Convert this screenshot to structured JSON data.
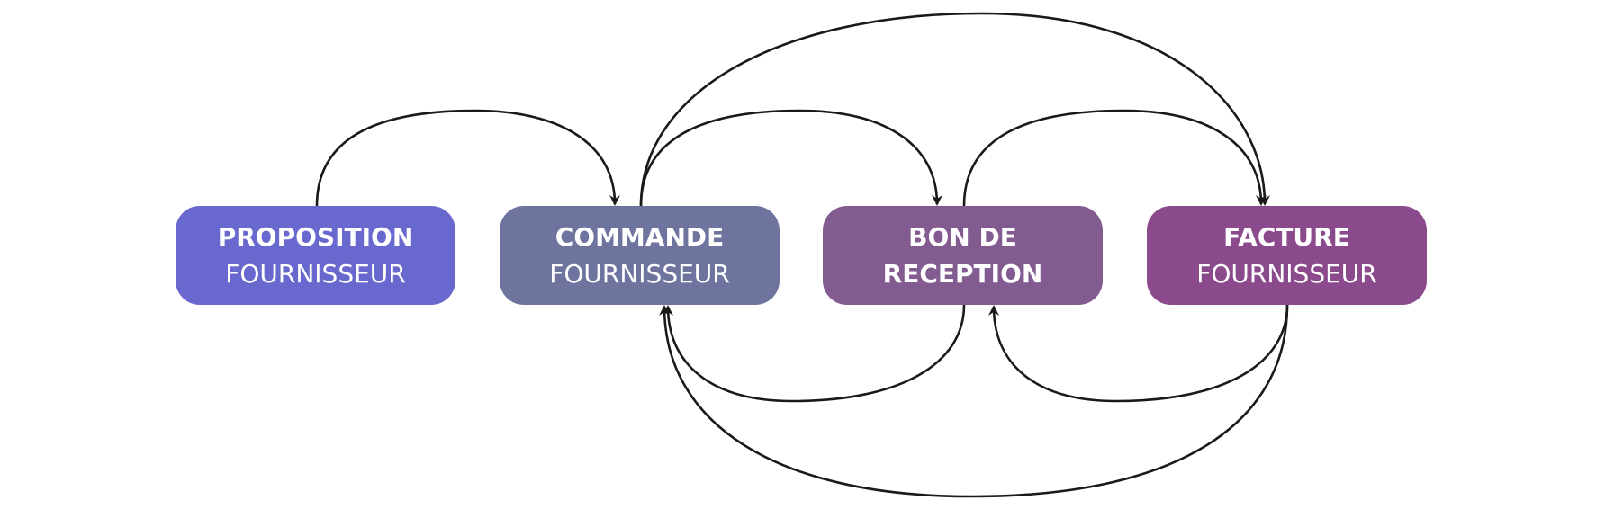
{
  "nodes": [
    {
      "id": "proposition",
      "line1": "PROPOSITION",
      "line2": "FOURNISSEUR",
      "color": "#6868CE"
    },
    {
      "id": "commande",
      "line1": "COMMANDE",
      "line2": "FOURNISSEUR",
      "color": "#6E749E"
    },
    {
      "id": "bon",
      "line1": "BON DE",
      "line2": "RECEPTION",
      "color": "#825C90"
    },
    {
      "id": "facture",
      "line1": "FACTURE",
      "line2": "FOURNISSEUR",
      "color": "#8A4A8C"
    }
  ],
  "edges": [
    {
      "from": "PROPOSITION",
      "to": "COMMANDE"
    },
    {
      "from": "COMMANDE",
      "to": "BON DE RECEPTION"
    },
    {
      "from": "COMMANDE",
      "to": "FACTURE"
    },
    {
      "from": "BON DE RECEPTION",
      "to": "FACTURE"
    },
    {
      "from": "BON DE RECEPTION",
      "to": "COMMANDE"
    },
    {
      "from": "FACTURE",
      "to": "BON DE RECEPTION"
    },
    {
      "from": "FACTURE",
      "to": "COMMANDE"
    }
  ],
  "colors": {
    "arrow": "#1a1a1a",
    "background": "#ffffff"
  }
}
